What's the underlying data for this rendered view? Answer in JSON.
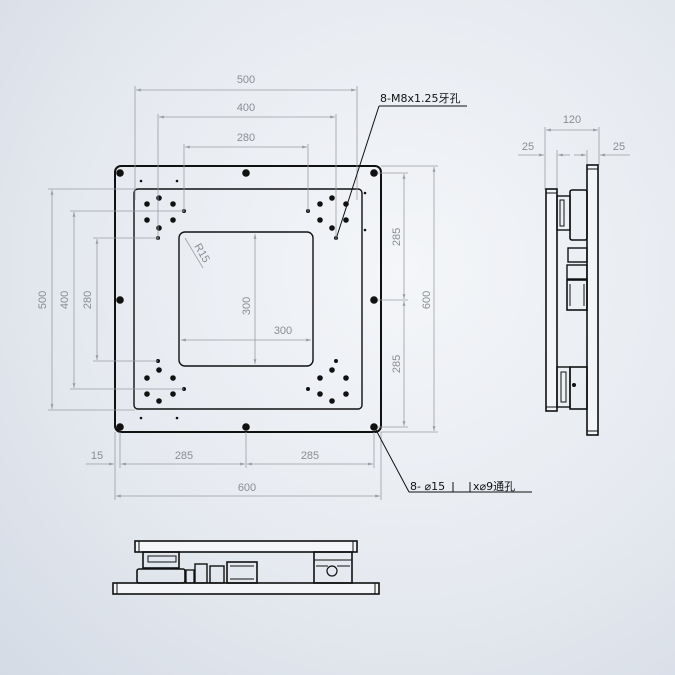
{
  "drawing": {
    "top_view": {
      "dims_top": [
        "500",
        "400",
        "280"
      ],
      "dims_left": [
        "500",
        "400",
        "280"
      ],
      "dims_right": [
        "285",
        "285",
        "600"
      ],
      "dims_bottom": [
        "15",
        "285",
        "285",
        "600"
      ],
      "window_dims": {
        "width": "300",
        "height": "300",
        "radius": "R15"
      },
      "callout_thread": "8-M8x1.25牙孔",
      "callout_through": {
        "prefix": "8- ⌀15",
        "suffix": "x⌀9通孔"
      }
    },
    "side_view": {
      "dims": [
        "120",
        "25",
        "25"
      ]
    },
    "front_view": {}
  },
  "colors": {
    "outline": "#111111",
    "dimension": "#8a8d92",
    "background": "#e6eaf0"
  }
}
